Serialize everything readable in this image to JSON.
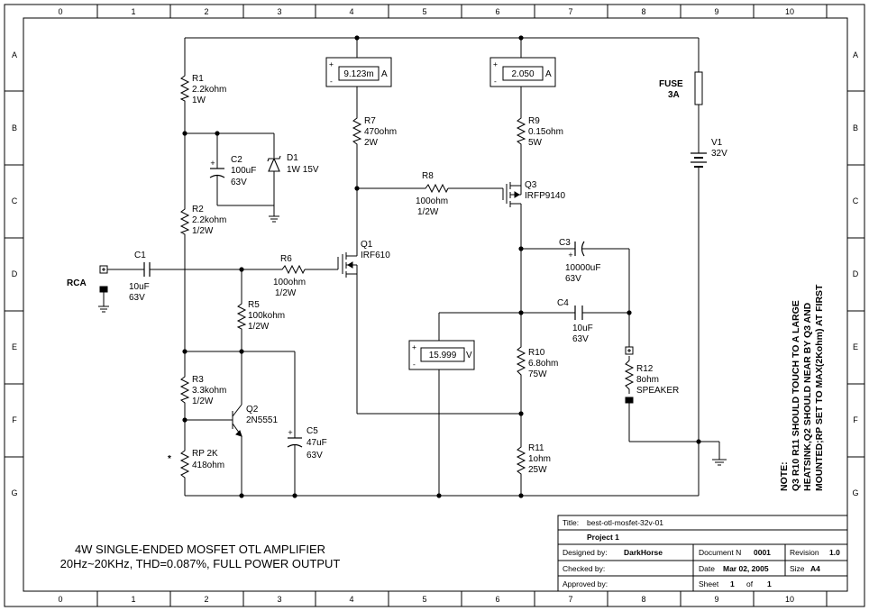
{
  "rulers": {
    "columns": [
      "0",
      "1",
      "2",
      "3",
      "4",
      "5",
      "6",
      "7",
      "8",
      "9",
      "10"
    ],
    "rows": [
      "A",
      "B",
      "C",
      "D",
      "E",
      "F",
      "G"
    ]
  },
  "meters": {
    "m1": {
      "value": "9.123m",
      "unit": "A"
    },
    "m2": {
      "value": "2.050",
      "unit": "A"
    },
    "m3": {
      "value": "15.999",
      "unit": "V"
    },
    "plus": "+",
    "minus": "-"
  },
  "components": {
    "R1": {
      "name": "R1",
      "value": "2.2kohm",
      "rating": "1W"
    },
    "R2": {
      "name": "R2",
      "value": "2.2kohm",
      "rating": "1/2W"
    },
    "R3": {
      "name": "R3",
      "value": "3.3kohm",
      "rating": "1/2W"
    },
    "RP": {
      "name": "RP 2K",
      "value": "418ohm",
      "mark": "*"
    },
    "R5": {
      "name": "R5",
      "value": "100kohm",
      "rating": "1/2W"
    },
    "R6": {
      "name": "R6",
      "value": "100ohm",
      "rating": "1/2W"
    },
    "R7": {
      "name": "R7",
      "value": "470ohm",
      "rating": "2W"
    },
    "R8": {
      "name": "R8",
      "value": "100ohm",
      "rating": "1/2W"
    },
    "R9": {
      "name": "R9",
      "value": "0.15ohm",
      "rating": "5W"
    },
    "R10": {
      "name": "R10",
      "value": "6.8ohm",
      "rating": "75W"
    },
    "R11": {
      "name": "R11",
      "value": "1ohm",
      "rating": "25W"
    },
    "R12": {
      "name": "R12",
      "value": "8ohm",
      "rating": "SPEAKER"
    },
    "C1": {
      "name": "C1",
      "value": "10uF",
      "rating": "63V"
    },
    "C2": {
      "name": "C2",
      "value": "100uF",
      "rating": "63V"
    },
    "C3": {
      "name": "C3",
      "value": "10000uF",
      "rating": "63V"
    },
    "C4": {
      "name": "C4",
      "value": "10uF",
      "rating": "63V"
    },
    "C5": {
      "name": "C5",
      "value": "47uF",
      "rating": "63V"
    },
    "D1": {
      "name": "D1",
      "value": "1W 15V"
    },
    "Q1": {
      "name": "Q1",
      "value": "IRF610"
    },
    "Q2": {
      "name": "Q2",
      "value": "2N5551"
    },
    "Q3": {
      "name": "Q3",
      "value": "IRFP9140"
    },
    "V1": {
      "name": "V1",
      "value": "32V"
    },
    "FUSE": {
      "name": "FUSE",
      "value": "3A"
    },
    "RCA": {
      "name": "RCA"
    }
  },
  "note": {
    "title": "NOTE:",
    "lines": [
      "Q3 R10 R11  SHOULD TOUCH TO A LARGE",
      "HEATSINK,Q2 SHOULD NEAR BY Q3 AND",
      "MOUNTED;RP SET TO MAX(2Kohm) AT FIRST"
    ]
  },
  "caption": {
    "line1": "4W SINGLE-ENDED  MOSFET OTL AMPLIFIER",
    "line2": "20Hz~20KHz, THD=0.087%, FULL POWER OUTPUT"
  },
  "title_block": {
    "title_label": "Title:",
    "title_value": "best-otl-mosfet-32v-01",
    "project": "Project 1",
    "designed_label": "Designed by:",
    "designed_value": "DarkHorse",
    "document_label": "Document N",
    "document_value": "0001",
    "revision_label": "Revision",
    "revision_value": "1.0",
    "checked_label": "Checked by:",
    "date_label": "Date",
    "date_value": "Mar 02, 2005",
    "size_label": "Size",
    "size_value": "A4",
    "approved_label": "Approved by:",
    "sheet_label": "Sheet",
    "sheet_value": "1",
    "of_label": "of",
    "of_value": "1"
  }
}
